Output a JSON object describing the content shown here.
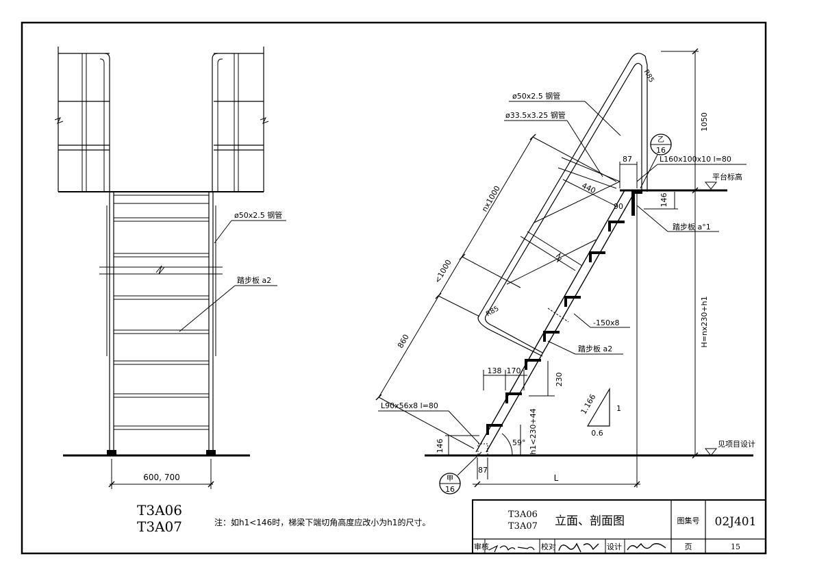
{
  "elevation": {
    "pipe_label": "ø50x2.5 钢管",
    "tread_label": "踏步板 a2",
    "width_dim": "600, 700"
  },
  "section": {
    "rail_label": "ø50x2.5 钢管",
    "inner_rail_label": "ø33.5x3.25 钢管",
    "top_angle_label": "L160x100x10  l=80",
    "platform_label": "平台标高",
    "tread_a1_label": "踏步板 a°1",
    "flat_bar_label": "-150x8",
    "tread_a2_label": "踏步板 a2",
    "bottom_angle_label": "L90x56x8   l=80",
    "ground_label": "见项目设计",
    "dims": {
      "d1050": "1050",
      "d87_top": "87",
      "d440": "440",
      "d90": "90",
      "d146_top": "146",
      "n1000": "nx1000",
      "lt1000": "<1000",
      "d860": "860",
      "d138": "138",
      "d170": "170",
      "d230": "230",
      "h1": "h1<230+44",
      "d146_bot": "146",
      "d87_bot": "87",
      "L": "L",
      "H": "H=nx230+h1",
      "angle": "59°",
      "r85_top": "R85",
      "r85_mid": "R85"
    },
    "slope": {
      "s1": "1.166",
      "s2": "1",
      "s3": "0.6"
    },
    "detail_top": {
      "num": "16",
      "letter": "乙"
    },
    "detail_bot": {
      "num": "16",
      "letter": "甲"
    }
  },
  "model_codes": [
    "T3A06",
    "T3A07"
  ],
  "note": "注：如h1<146时，梯梁下端切角高度应改小为h1的尺寸。",
  "title_block": {
    "codes": [
      "T3A06",
      "T3A07"
    ],
    "title": "立面、剖面图",
    "atlas_label": "图集号",
    "atlas_no": "02J401",
    "review_label": "审核",
    "check_label": "校对",
    "design_label": "设计",
    "page_label": "页",
    "page_no": "15"
  }
}
